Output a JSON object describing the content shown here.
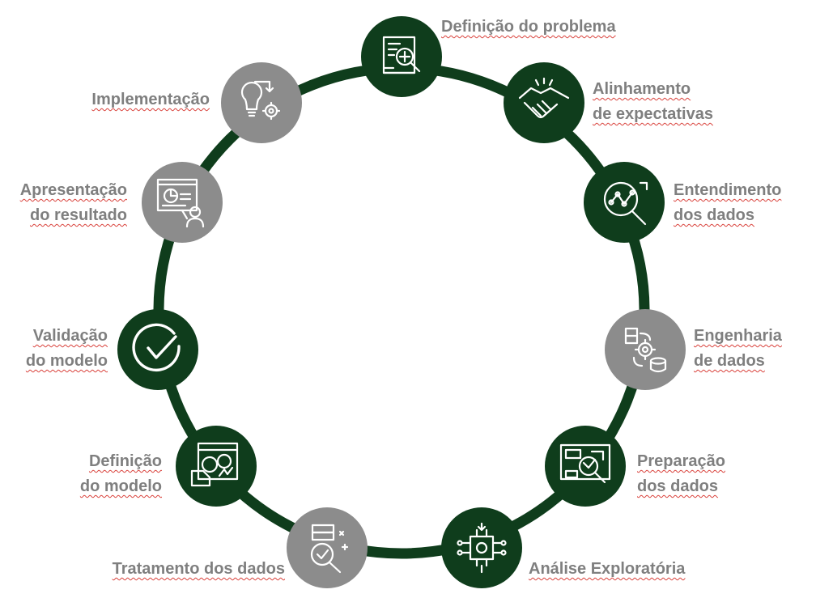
{
  "colors": {
    "ring": "#0f3d1c",
    "dark_node": "#0f3d1c",
    "gray_node": "#8c8c8c",
    "label_text": "#7f7f7f",
    "spellcheck_underline": "#d9413b"
  },
  "steps": [
    {
      "icon": "document-analysis-icon",
      "tone": "dark",
      "lines": [
        "Definição do problema"
      ]
    },
    {
      "icon": "handshake-icon",
      "tone": "dark",
      "lines": [
        "Alinhamento",
        "de expectativas"
      ]
    },
    {
      "icon": "magnifier-chart-icon",
      "tone": "dark",
      "lines": [
        "Entendimento",
        "dos dados"
      ]
    },
    {
      "icon": "data-engineering-icon",
      "tone": "gray",
      "lines": [
        "Engenharia",
        "de dados"
      ]
    },
    {
      "icon": "data-preparation-icon",
      "tone": "dark",
      "lines": [
        "Preparação",
        "dos dados"
      ]
    },
    {
      "icon": "circuit-chip-icon",
      "tone": "dark",
      "lines": [
        "Análise Exploratória"
      ]
    },
    {
      "icon": "data-treatment-icon",
      "tone": "gray",
      "lines": [
        "Tratamento dos dados"
      ]
    },
    {
      "icon": "model-definition-icon",
      "tone": "dark",
      "lines": [
        "Definição",
        "do modelo"
      ]
    },
    {
      "icon": "check-circle-icon",
      "tone": "dark",
      "lines": [
        "Validação",
        "do modelo"
      ]
    },
    {
      "icon": "presentation-icon",
      "tone": "gray",
      "lines": [
        "Apresentação",
        "do resultado"
      ]
    },
    {
      "icon": "idea-gear-icon",
      "tone": "gray",
      "lines": [
        "Implementação"
      ]
    }
  ]
}
